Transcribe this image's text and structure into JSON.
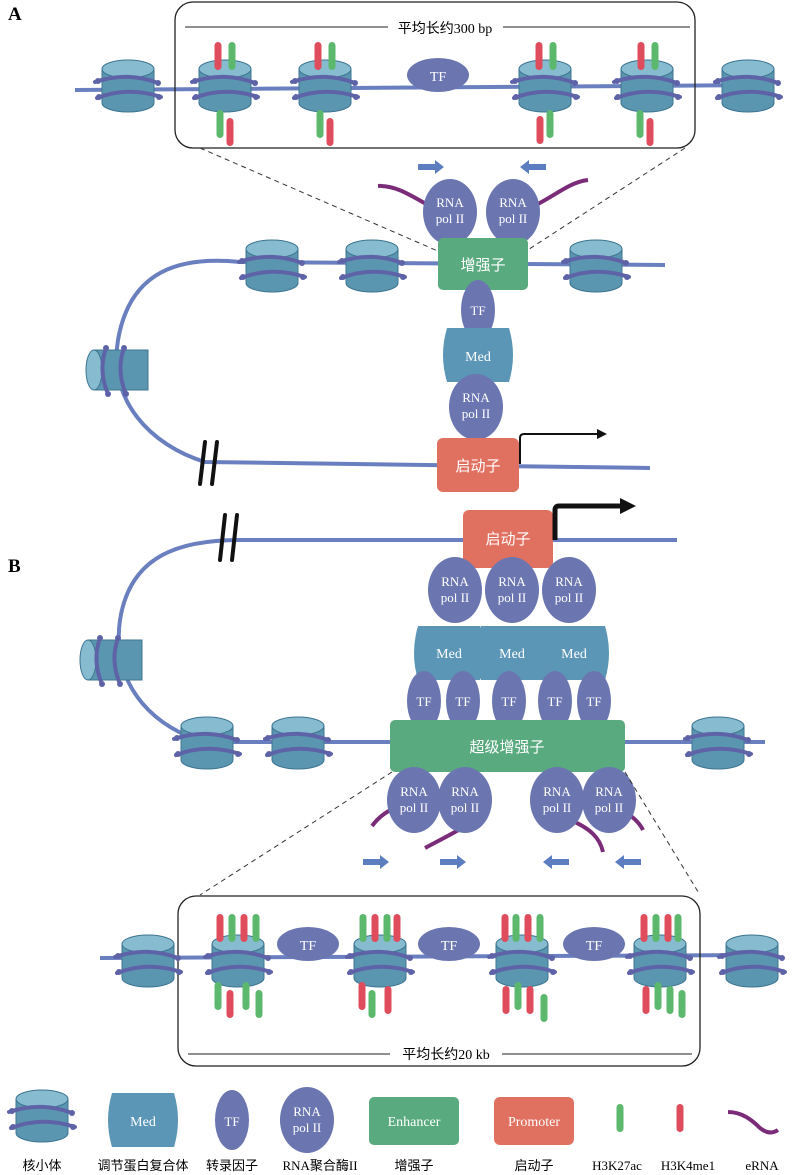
{
  "panels": {
    "a_label": "A",
    "b_label": "B",
    "a_box_caption": "平均长约300 bp",
    "b_box_caption": "平均长约20 kb"
  },
  "labels": {
    "tf": "TF",
    "med": "Med",
    "rna_line1": "RNA",
    "rna_line2": "pol II",
    "enhancer": "增强子",
    "super_enhancer": "超级增强子",
    "promoter": "启动子"
  },
  "legend": {
    "nucleosome": "核小体",
    "mediator": "调节蛋白复合体",
    "tf": "转录因子",
    "rnapol": "RNA聚合酶II",
    "enhancer": "增强子",
    "promoter": "启动子",
    "h3k27ac": "H3K27ac",
    "h3k4me1": "H3K4me1",
    "erna": "eRNA",
    "enhancer_sample": "Enhancer",
    "promoter_sample": "Promoter"
  },
  "colors": {
    "nucleosome": "#5b96b0",
    "dna": "#6a7fbf",
    "tf": "#6b76b0",
    "med": "#5b96b6",
    "enhancer": "#5aaa80",
    "promoter": "#e07060",
    "h3k27ac": "#5cb86c",
    "h3k4me1": "#df4c5c",
    "erna": "#7a2c78",
    "arrow": "#5c7ec0"
  }
}
